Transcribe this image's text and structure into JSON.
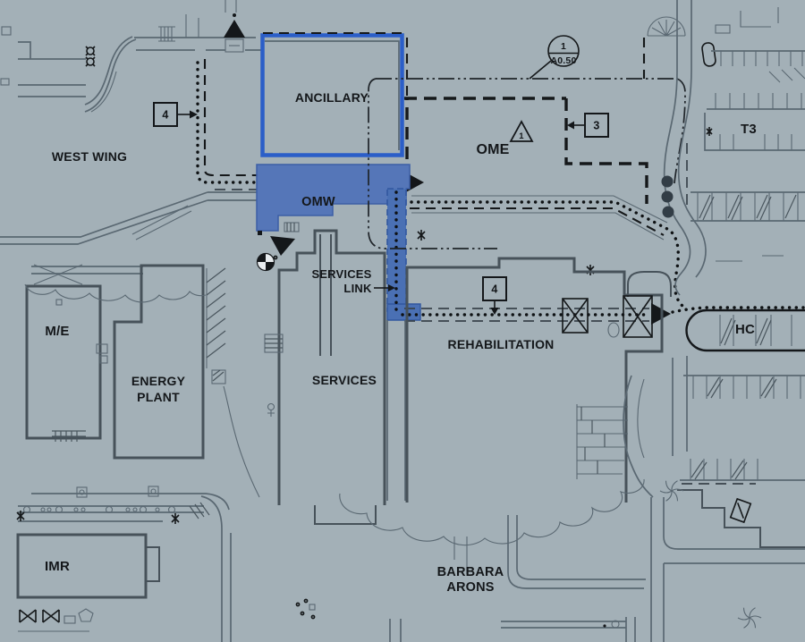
{
  "labels": [
    {
      "id": "west-wing",
      "text": "WEST WING"
    },
    {
      "id": "ancillary",
      "text": "ANCILLARY"
    },
    {
      "id": "ome",
      "text": "OME"
    },
    {
      "id": "omw",
      "text": "OMW"
    },
    {
      "id": "services-link-line1",
      "text": "SERVICES"
    },
    {
      "id": "services-link-line2",
      "text": "LINK"
    },
    {
      "id": "me",
      "text": "M/E"
    },
    {
      "id": "energy-line1",
      "text": "ENERGY"
    },
    {
      "id": "energy-line2",
      "text": "PLANT"
    },
    {
      "id": "services",
      "text": "SERVICES"
    },
    {
      "id": "rehabilitation",
      "text": "REHABILITATION"
    },
    {
      "id": "imr",
      "text": "IMR"
    },
    {
      "id": "barbara-line1",
      "text": "BARBARA"
    },
    {
      "id": "barbara-line2",
      "text": "ARONS"
    },
    {
      "id": "t3",
      "text": "T3"
    },
    {
      "id": "hc",
      "text": "HC"
    }
  ],
  "keynotes": [
    {
      "number": "4"
    },
    {
      "number": "3"
    },
    {
      "number": "4"
    }
  ],
  "callout": {
    "detail_number": "1",
    "sheet_number": "A0.50"
  },
  "marker": {
    "number": "1"
  },
  "colors": {
    "background": "#a3b0b7",
    "linework_gray": "#5a6872",
    "building_outline": "#47525a",
    "annotation_black": "#14171a",
    "highlight_outline_blue": "#2b5ec8",
    "highlight_fill_blue": "#5576b8",
    "link_corridor_blue": "#4a70b4"
  }
}
